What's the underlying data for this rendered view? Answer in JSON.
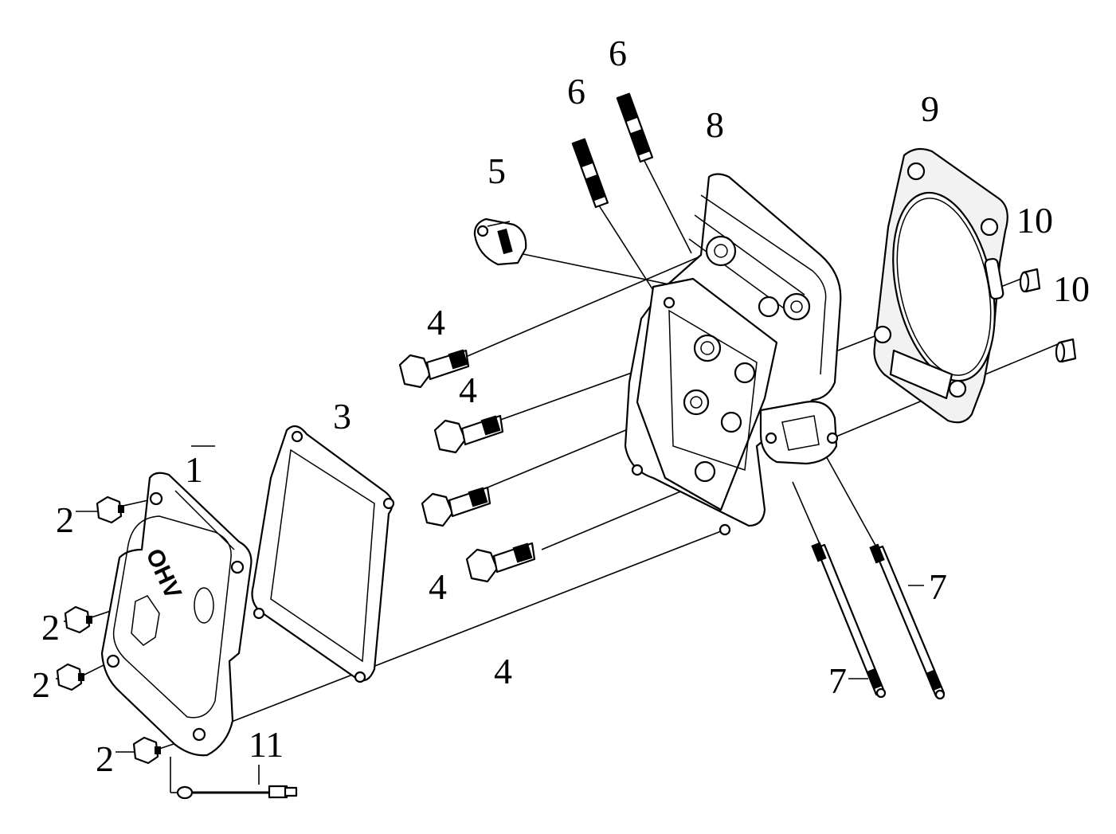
{
  "diagram": {
    "callouts": {
      "c1": "1",
      "c2a": "2",
      "c2b": "2",
      "c2c": "2",
      "c2d": "2",
      "c3": "3",
      "c4a": "4",
      "c4b": "4",
      "c4c": "4",
      "c4d": "4",
      "c5": "5",
      "c6a": "6",
      "c6b": "6",
      "c7a": "7",
      "c7b": "7",
      "c8": "8",
      "c9": "9",
      "c10a": "10",
      "c10b": "10",
      "c11": "11"
    },
    "logo_text": "OHV",
    "colors": {
      "line": "#000000",
      "background": "#ffffff"
    }
  }
}
